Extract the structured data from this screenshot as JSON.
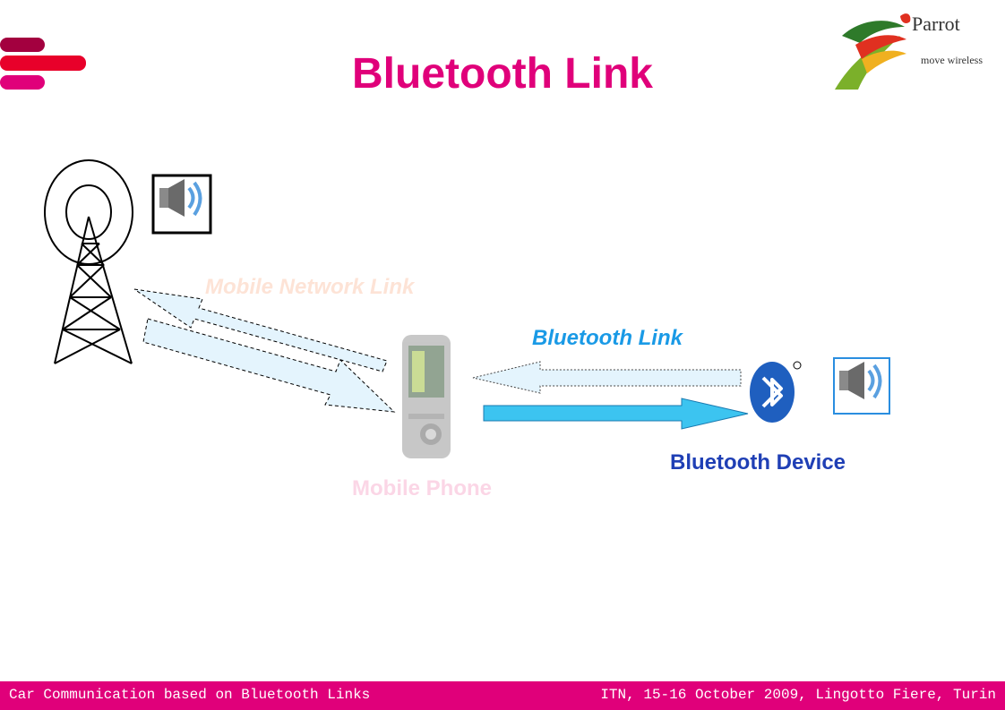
{
  "slide": {
    "title": "Bluetooth Link"
  },
  "labels": {
    "mobile_network_link": "Mobile Network Link",
    "bluetooth_link": "Bluetooth Link",
    "bluetooth_device": "Bluetooth Device",
    "mobile_phone": "Mobile Phone"
  },
  "logo": {
    "name": "Parrot",
    "tagline": "move wireless"
  },
  "footer": {
    "left": "Car Communication based on Bluetooth Links",
    "right": "ITN, 15-16 October 2009, Lingotto Fiere, Turin"
  },
  "icons": {
    "tower": "radio-tower-icon",
    "speaker_left": "speaker-icon",
    "speaker_right": "speaker-icon",
    "bluetooth": "bluetooth-logo-icon",
    "phone": "mobile-phone-icon",
    "parrot": "parrot-logo-icon"
  },
  "colors": {
    "accent": "#e0007a",
    "bluetooth_blue": "#1a9ae6",
    "device_blue": "#1f3fb5",
    "arrow_fill": "#3cc4f0"
  }
}
